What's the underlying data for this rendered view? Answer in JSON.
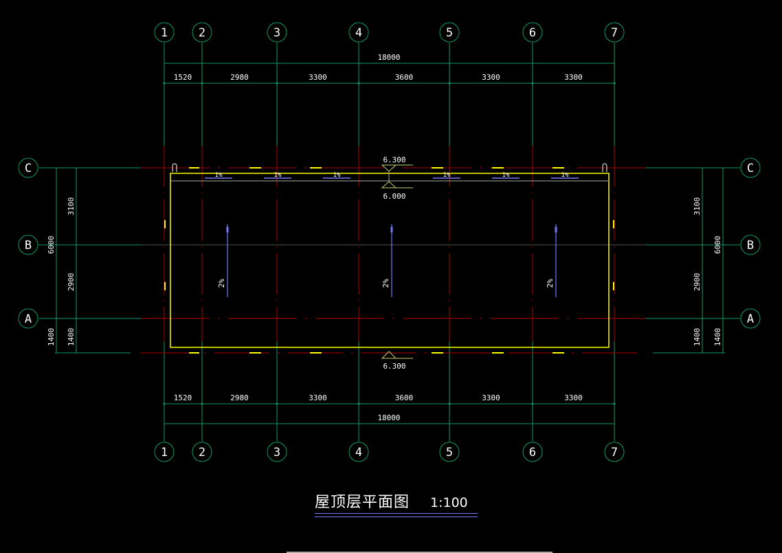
{
  "drawing": {
    "title": "屋顶层平面图",
    "scale": "1:100",
    "grid_x": [
      "1",
      "2",
      "3",
      "4",
      "5",
      "6",
      "7"
    ],
    "grid_y": [
      "C",
      "B",
      "A"
    ],
    "dims_top_total": "18000",
    "dims_x": [
      "1520",
      "2980",
      "3300",
      "3600",
      "3300",
      "3300"
    ],
    "dims_bottom_total": "18000",
    "dims_y_outer": [
      "6000",
      "1400"
    ],
    "dims_y_inner": [
      "3100",
      "2900",
      "1400"
    ],
    "elevations": {
      "top": "6.300",
      "inner": "6.000",
      "bottom": "6.300"
    },
    "gutter_slopes": [
      "1%",
      "1%",
      "1%",
      "1%",
      "1%",
      "1%"
    ],
    "roof_slopes": [
      "2%",
      "2%",
      "2%"
    ]
  },
  "colors": {
    "grid": "#0f9a6e",
    "red": "#b00000",
    "wall": "#ffff00",
    "arrow": "#7878ff",
    "elev": "#c8d070",
    "gray": "#aaaaaa"
  }
}
